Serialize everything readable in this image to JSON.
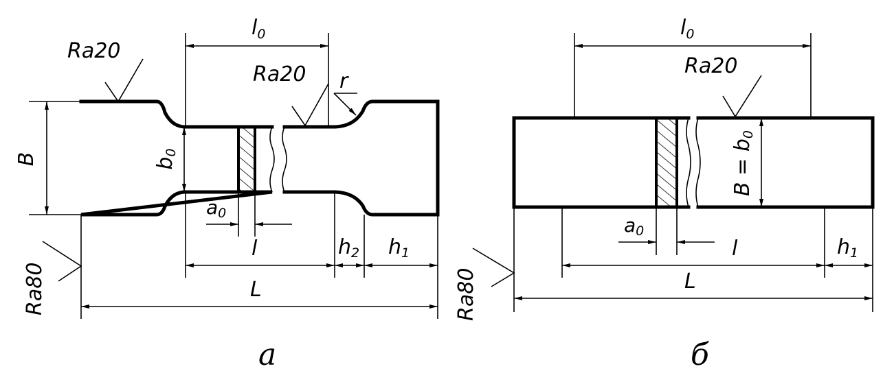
{
  "figure_a": {
    "roughness_top": "Ra20",
    "roughness_mid": "Ra20",
    "roughness_side": "Ra80",
    "radius": "r",
    "width_label": "B",
    "gauge_width_base": "b",
    "gauge_width_sub": "0",
    "gauge_length_base": "l",
    "gauge_length_sub": "0",
    "thickness_base": "a",
    "thickness_sub": "0",
    "parallel_length": "l",
    "h2_base": "h",
    "h2_sub": "2",
    "h1_base": "h",
    "h1_sub": "1",
    "total_length": "L",
    "caption": "а"
  },
  "figure_b": {
    "roughness_mid": "Ra20",
    "roughness_side": "Ra80",
    "width_label": "B = b",
    "width_sub": "0",
    "gauge_length_base": "l",
    "gauge_length_sub": "0",
    "thickness_base": "a",
    "thickness_sub": "0",
    "parallel_length": "l",
    "h1_base": "h",
    "h1_sub": "1",
    "total_length": "L",
    "caption": "б"
  }
}
